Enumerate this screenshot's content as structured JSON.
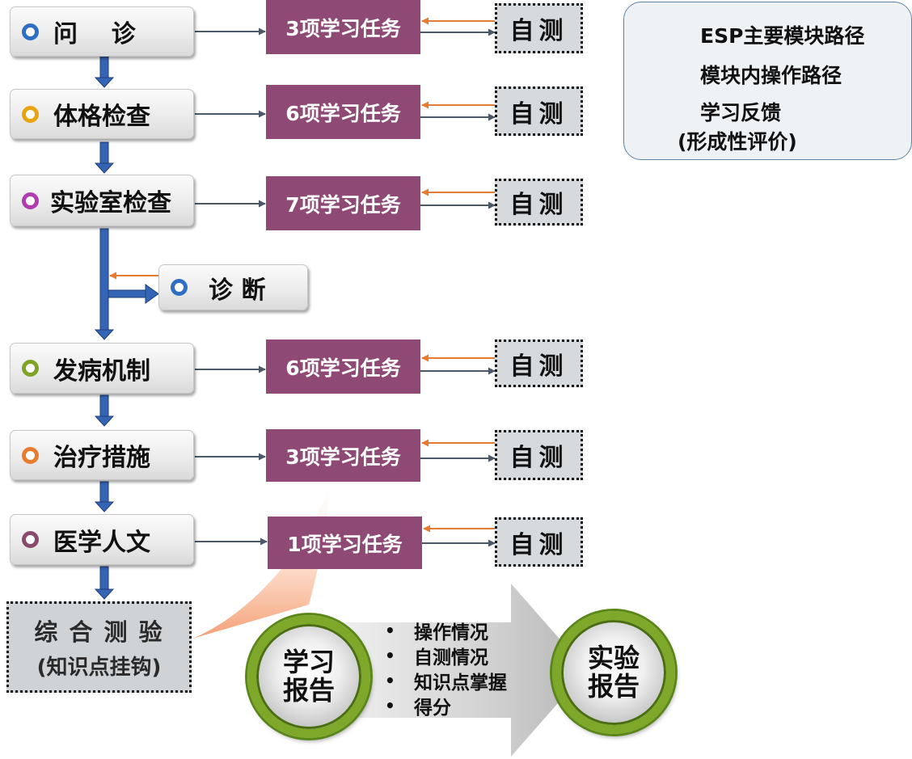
{
  "modules": [
    {
      "label": "问    诊",
      "dot_color": "#2e6fc4"
    },
    {
      "label": "体格检查",
      "dot_color": "#e8a410"
    },
    {
      "label": "实验室检查",
      "dot_color": "#b13bb0"
    },
    {
      "label": "发病机制",
      "dot_color": "#7fa325"
    },
    {
      "label": "治疗措施",
      "dot_color": "#e87c2e"
    },
    {
      "label": "医学人文",
      "dot_color": "#8a4a6c"
    }
  ],
  "diagnosis": {
    "label": "诊 断",
    "dot_color": "#2e6fc4"
  },
  "tasks": [
    "3项学习任务",
    "6项学习任务",
    "7项学习任务",
    "6项学习任务",
    "3项学习任务",
    "1项学习任务"
  ],
  "self_test_label": "自测",
  "comprehensive_test": {
    "line1": "综 合 测 验",
    "line2": "(知识点挂钩)"
  },
  "learning_report": {
    "line1": "学习",
    "line2": "报告"
  },
  "report_items": [
    "操作情况",
    "自测情况",
    "知识点掌握",
    "得分"
  ],
  "experiment_report": {
    "line1": "实验",
    "line2": "报告"
  },
  "legend": {
    "main_path": "ESP主要模块路径",
    "module_path": "模块内操作路径",
    "feedback_line1": "学习反馈",
    "feedback_line2": "(形成性评价)"
  },
  "colors": {
    "main_arrow": "#3464b4",
    "thin_arrow": "#4a5868",
    "feedback_arrow": "#e57a30",
    "task_fill": "#8e4a74",
    "ball_ring": "#7da829"
  }
}
